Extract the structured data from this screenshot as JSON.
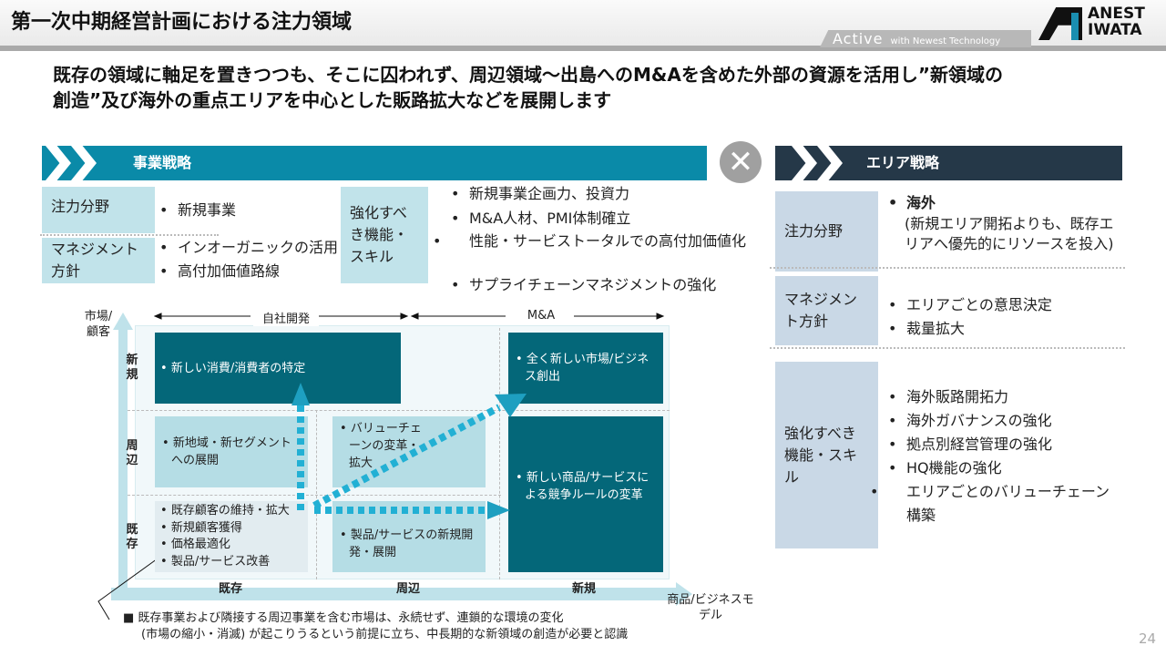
{
  "header": {
    "title": "第一次中期経営計画における注力領域",
    "tagline_brand": "Active",
    "tagline_rest": "with Newest Technology",
    "logo_line1": "ANEST",
    "logo_line2": "IWATA"
  },
  "subtitle": {
    "line1": "既存の領域に軸足を置きつつも、そこに囚われず、周辺領域～出島へのM&Aを含めた外部の資源を活用し”新領域の",
    "line2": "創造”及び海外の重点エリアを中心とした販路拡大などを展開します"
  },
  "business": {
    "title": "事業戦略",
    "focus_label": "注力分野",
    "focus_items": [
      "新規事業"
    ],
    "mgmt_label": "マネジメント方針",
    "mgmt_items": [
      "インオーガニックの活用",
      "高付加価値路線"
    ],
    "skill_label": "強化すべき機能・スキル",
    "skill_items": [
      "新規事業企画力、投資力",
      "M&A人材、PMI体制確立",
      "性能・サービストータルでの高付加価値化",
      "サプライチェーンマネジメントの強化"
    ]
  },
  "area": {
    "title": "エリア戦略",
    "focus_label": "注力分野",
    "focus_main": "海外",
    "focus_note": "(新規エリア開拓よりも、既存エリアへ優先的にリソースを投入)",
    "mgmt_label": "マネジメント方針",
    "mgmt_items": [
      "エリアごとの意思決定",
      "裁量拡大"
    ],
    "skill_label": "強化すべき機能・スキル",
    "skill_items": [
      "海外販路開拓力",
      "海外ガバナンスの強化",
      "拠点別経営管理の強化",
      "HQ機能の強化",
      "エリアごとのバリューチェーン構築"
    ]
  },
  "matrix": {
    "y_axis": "市場/顧客",
    "x_axis": "商品/ビジネスモデル",
    "top_left": "自社開発",
    "top_right": "M&A",
    "rows": [
      "新規",
      "周辺",
      "既存"
    ],
    "cols": [
      "既存",
      "周辺",
      "新規"
    ],
    "cells": {
      "new_existing": [
        "新しい消費/消費者の特定"
      ],
      "new_new": [
        "全く新しい市場/ビジネス創出"
      ],
      "adj_existing": [
        "新地域・新セグメントへの展開"
      ],
      "adj_adj": [
        "バリューチェーンの変革・拡大"
      ],
      "adj_new": [
        "新しい商品/サービスによる競争ルールの変革"
      ],
      "ex_existing": [
        "既存顧客の維持・拡大",
        "新規顧客獲得",
        "価格最適化",
        "製品/サービス改善"
      ],
      "ex_adj": [
        "製品/サービスの新規開発・展開"
      ]
    }
  },
  "footnote": {
    "line1": "■ 既存事業および隣接する周辺事業を含む市場は、永続せず、連鎖的な環境の変化",
    "line2": "(市場の縮小・消滅) が起こりうるという前提に立ち、中長期的な新領域の創造が必要と認識"
  },
  "page_number": "24",
  "colors": {
    "business": "#0a8aa8",
    "area": "#253848",
    "dark_cell": "#046779",
    "light_cell": "#b5dde5"
  }
}
